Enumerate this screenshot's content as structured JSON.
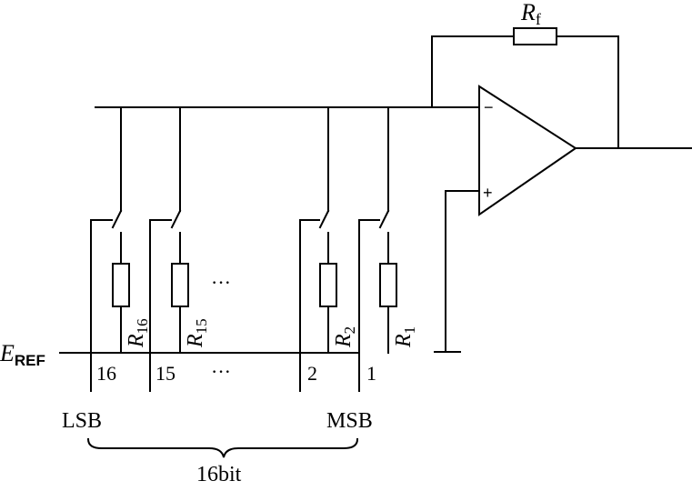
{
  "feedback_resistor": {
    "symbol": "R",
    "subscript": "f"
  },
  "opamp": {
    "inverting_sign": "−",
    "noninverting_sign": "+"
  },
  "reference": {
    "symbol": "E",
    "subscript": "REF"
  },
  "branches": [
    {
      "position": "16",
      "resistor_symbol": "R",
      "resistor_subscript": "16"
    },
    {
      "position": "15",
      "resistor_symbol": "R",
      "resistor_subscript": "15"
    },
    {
      "position": "2",
      "resistor_symbol": "R",
      "resistor_subscript": "2"
    },
    {
      "position": "1",
      "resistor_symbol": "R",
      "resistor_subscript": "1"
    }
  ],
  "ellipsis": "···",
  "lsb_label": "LSB",
  "msb_label": "MSB",
  "bit_width_label": "16bit"
}
